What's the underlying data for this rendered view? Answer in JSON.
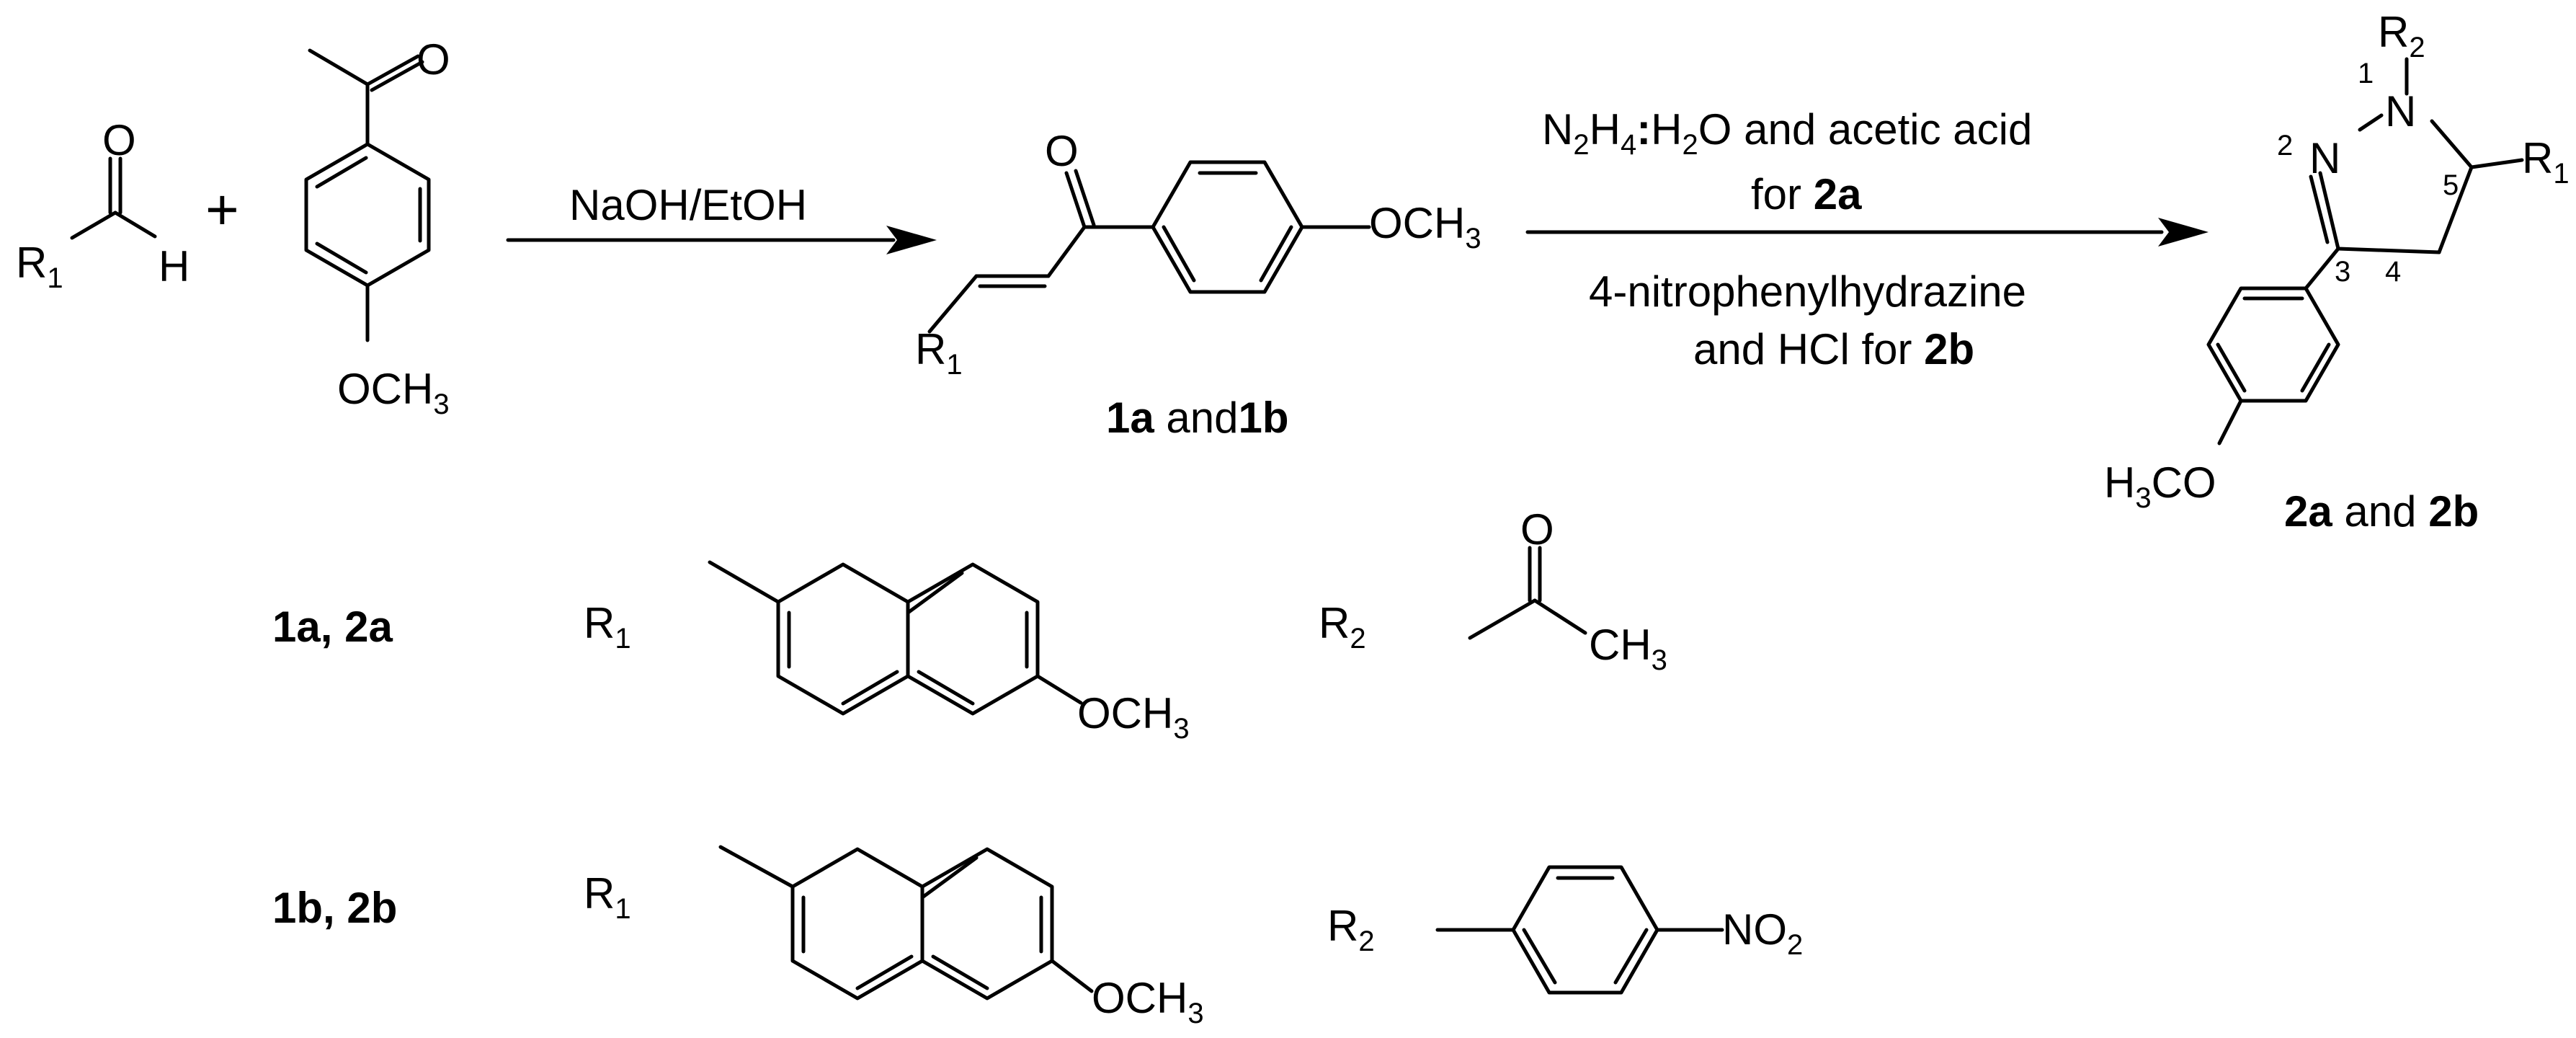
{
  "aldehyde": {
    "r1": "R",
    "r1_sub": "1",
    "o": "O",
    "h": "H"
  },
  "plus": "+",
  "acetophenone": {
    "o": "O",
    "och3_o": "OCH",
    "och3_sub": "3"
  },
  "step1": {
    "reagent": "NaOH/EtOH"
  },
  "chalcone": {
    "o": "O",
    "och3_o": "OCH",
    "och3_sub": "3",
    "r1": "R",
    "r1_sub": "1",
    "label_a": "1a",
    "label_mid": " and",
    "label_b": "1b"
  },
  "step2": {
    "line1_n": "N",
    "line1_n_sub": "2",
    "line1_h": "H",
    "line1_h_sub": "4",
    "line1_dot": ":",
    "line1_h2": "H",
    "line1_h2_sub": "2",
    "line1_rest": "O and acetic acid",
    "line2_pre": "for ",
    "line2_bold": "2a",
    "line3": "4-nitrophenylhydrazine",
    "line4_pre": "and HCl for ",
    "line4_bold": "2b"
  },
  "pyrazoline": {
    "r2": "R",
    "r2_sub": "2",
    "n1": "N",
    "n2": "N",
    "r1": "R",
    "r1_sub": "1",
    "pos1": "1",
    "pos2": "2",
    "pos3": "3",
    "pos4": "4",
    "pos5": "5",
    "h3co_h": "H",
    "h3co_sub": "3",
    "h3co_rest": "CO",
    "label_a": "2a",
    "label_mid": " and ",
    "label_b": "2b"
  },
  "legend": {
    "row1": {
      "compounds": "1a, 2a",
      "r1": "R",
      "r1_sub": "1",
      "r1_och3": "OCH",
      "r1_och3_sub": "3",
      "r2": "R",
      "r2_sub": "2",
      "r2_o": "O",
      "r2_ch3": "CH",
      "r2_ch3_sub": "3"
    },
    "row2": {
      "compounds": "1b, 2b",
      "r1": "R",
      "r1_sub": "1",
      "r1_och3": "OCH",
      "r1_och3_sub": "3",
      "r2": "R",
      "r2_sub": "2",
      "r2_no2": "NO",
      "r2_no2_sub": "2"
    }
  }
}
